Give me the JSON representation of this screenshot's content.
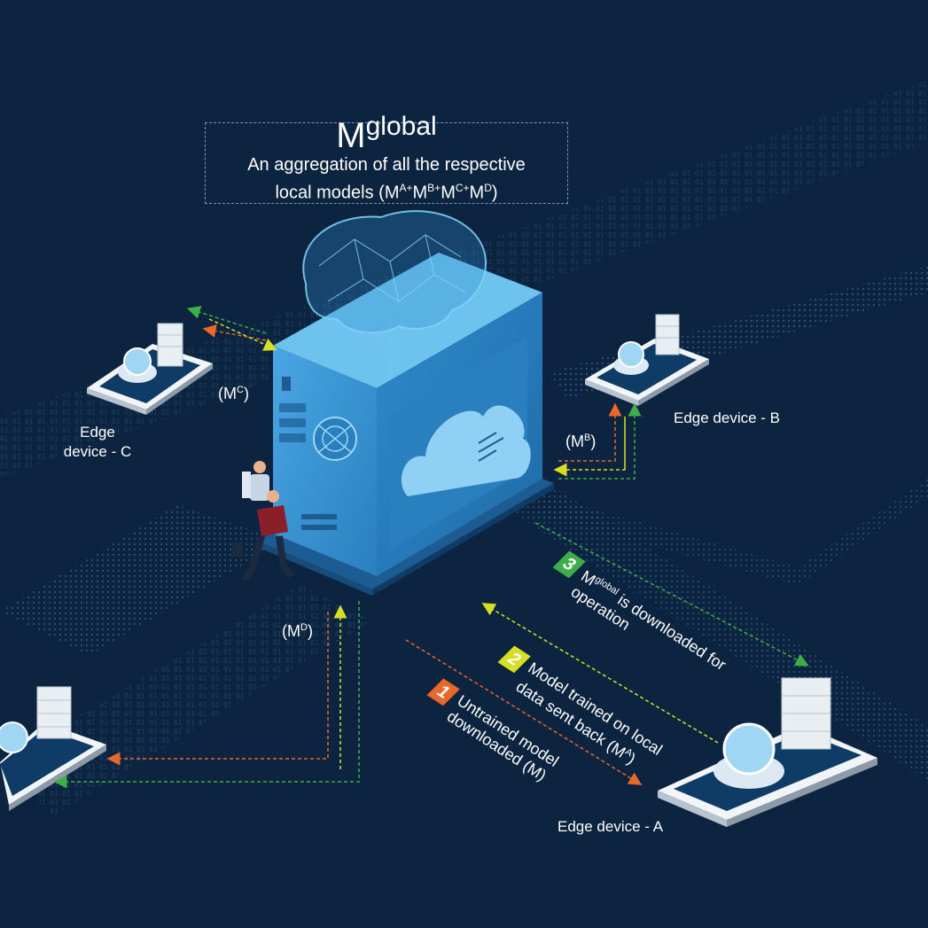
{
  "title": {
    "main": "M",
    "main_sup": "global",
    "line1": "An aggregation of all the respective",
    "line2_prefix": "local models (M",
    "sup_a": "A+",
    "m2": "M",
    "sup_b": "B+",
    "m3": "M",
    "sup_c": "C+",
    "m4": "M",
    "sup_d": "D",
    "line2_suffix": ")"
  },
  "devices": {
    "a": "Edge device - A",
    "b": "Edge device - B",
    "c_line1": "Edge",
    "c_line2": "device - C"
  },
  "model_labels": {
    "mb": "(M",
    "mb_sup": "B",
    "mb_close": ")",
    "mc": "(M",
    "mc_sup": "C",
    "mc_close": ")",
    "md": "(M",
    "md_sup": "D",
    "md_close": ")"
  },
  "steps": [
    {
      "number": "1",
      "line1": "Untrained model",
      "line2": "downloaded (M)",
      "color": "#e8682a"
    },
    {
      "number": "2",
      "line1": "Model trained on local",
      "line2a": "data sent back (M",
      "sup": "A",
      "line2b": ")",
      "color": "#d6df23"
    },
    {
      "number": "3",
      "line1a": "M",
      "sup": "global",
      "line1b": " is downloaded for",
      "line2": "operation",
      "color": "#3fae49"
    }
  ],
  "colors": {
    "background": "#0c2440",
    "server_blue": "#3c9ad8",
    "arrow_orange": "#e8682a",
    "arrow_yellow": "#d6df23",
    "arrow_green": "#3fae49"
  }
}
